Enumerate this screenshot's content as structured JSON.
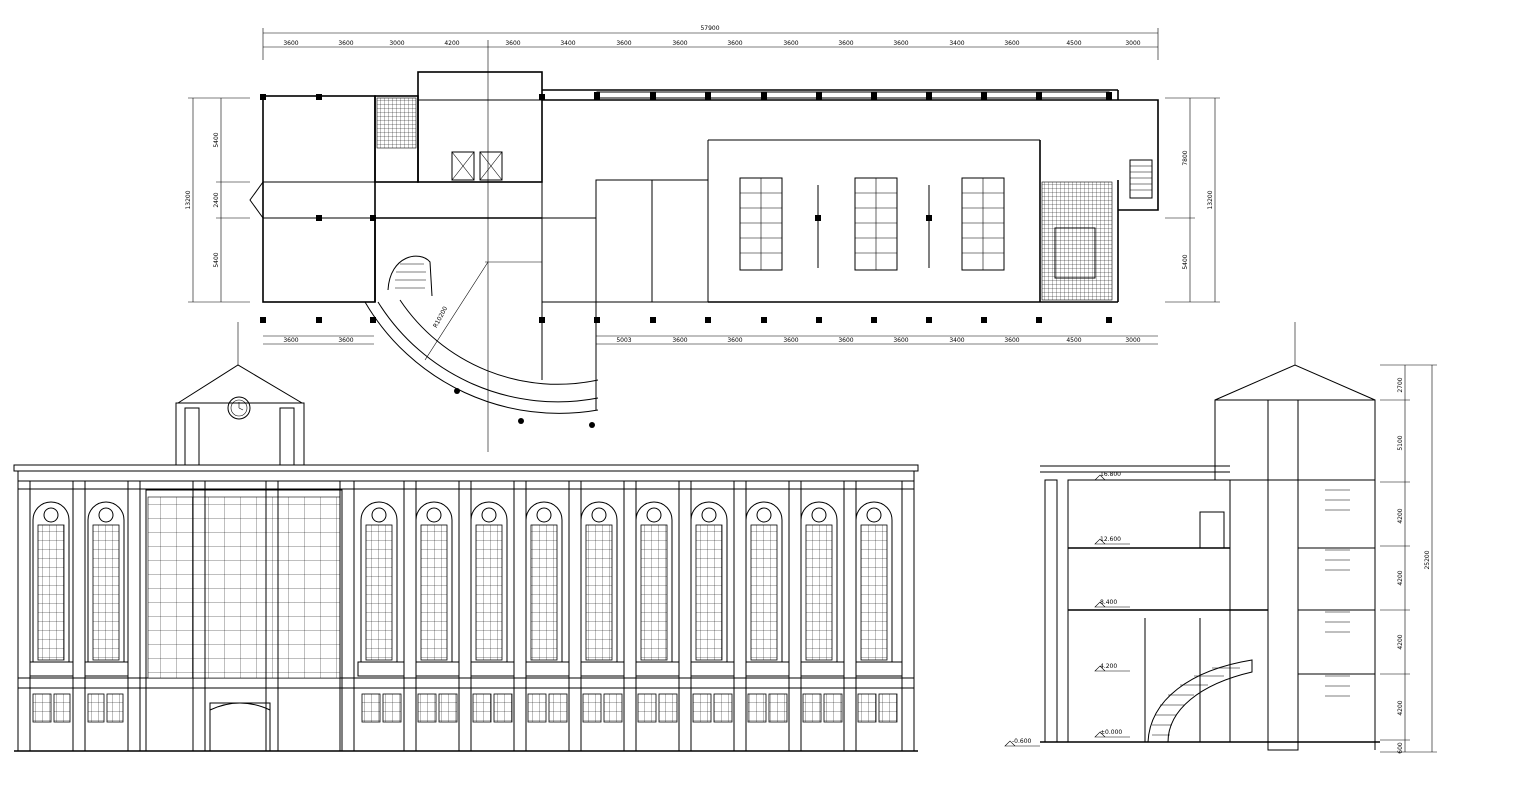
{
  "plan": {
    "overall_width": "57900",
    "top_dims": [
      "3600",
      "3600",
      "3000",
      "4200",
      "3600",
      "3400",
      "3600",
      "3600",
      "3600",
      "3600",
      "3600",
      "3600",
      "3400",
      "3600",
      "4500",
      "3000"
    ],
    "bottom_dims": [
      "3600",
      "3600",
      "5003",
      "3600",
      "3600",
      "3600",
      "3600",
      "3600",
      "3400",
      "3600",
      "4500",
      "3000"
    ],
    "left_dims": [
      "5400",
      "2400",
      "5400"
    ],
    "left_total": "13200",
    "right_dims": [
      "7800",
      "5400"
    ],
    "right_total": "13200",
    "radius_label": "R10200"
  },
  "section": {
    "levels": [
      "16.800",
      "12.600",
      "8.400",
      "4.200",
      "±0.000",
      "-0.600"
    ],
    "right_dims": [
      "2700",
      "5100",
      "4200",
      "4200",
      "4200",
      "4200",
      "600"
    ],
    "total_height": "25200"
  }
}
